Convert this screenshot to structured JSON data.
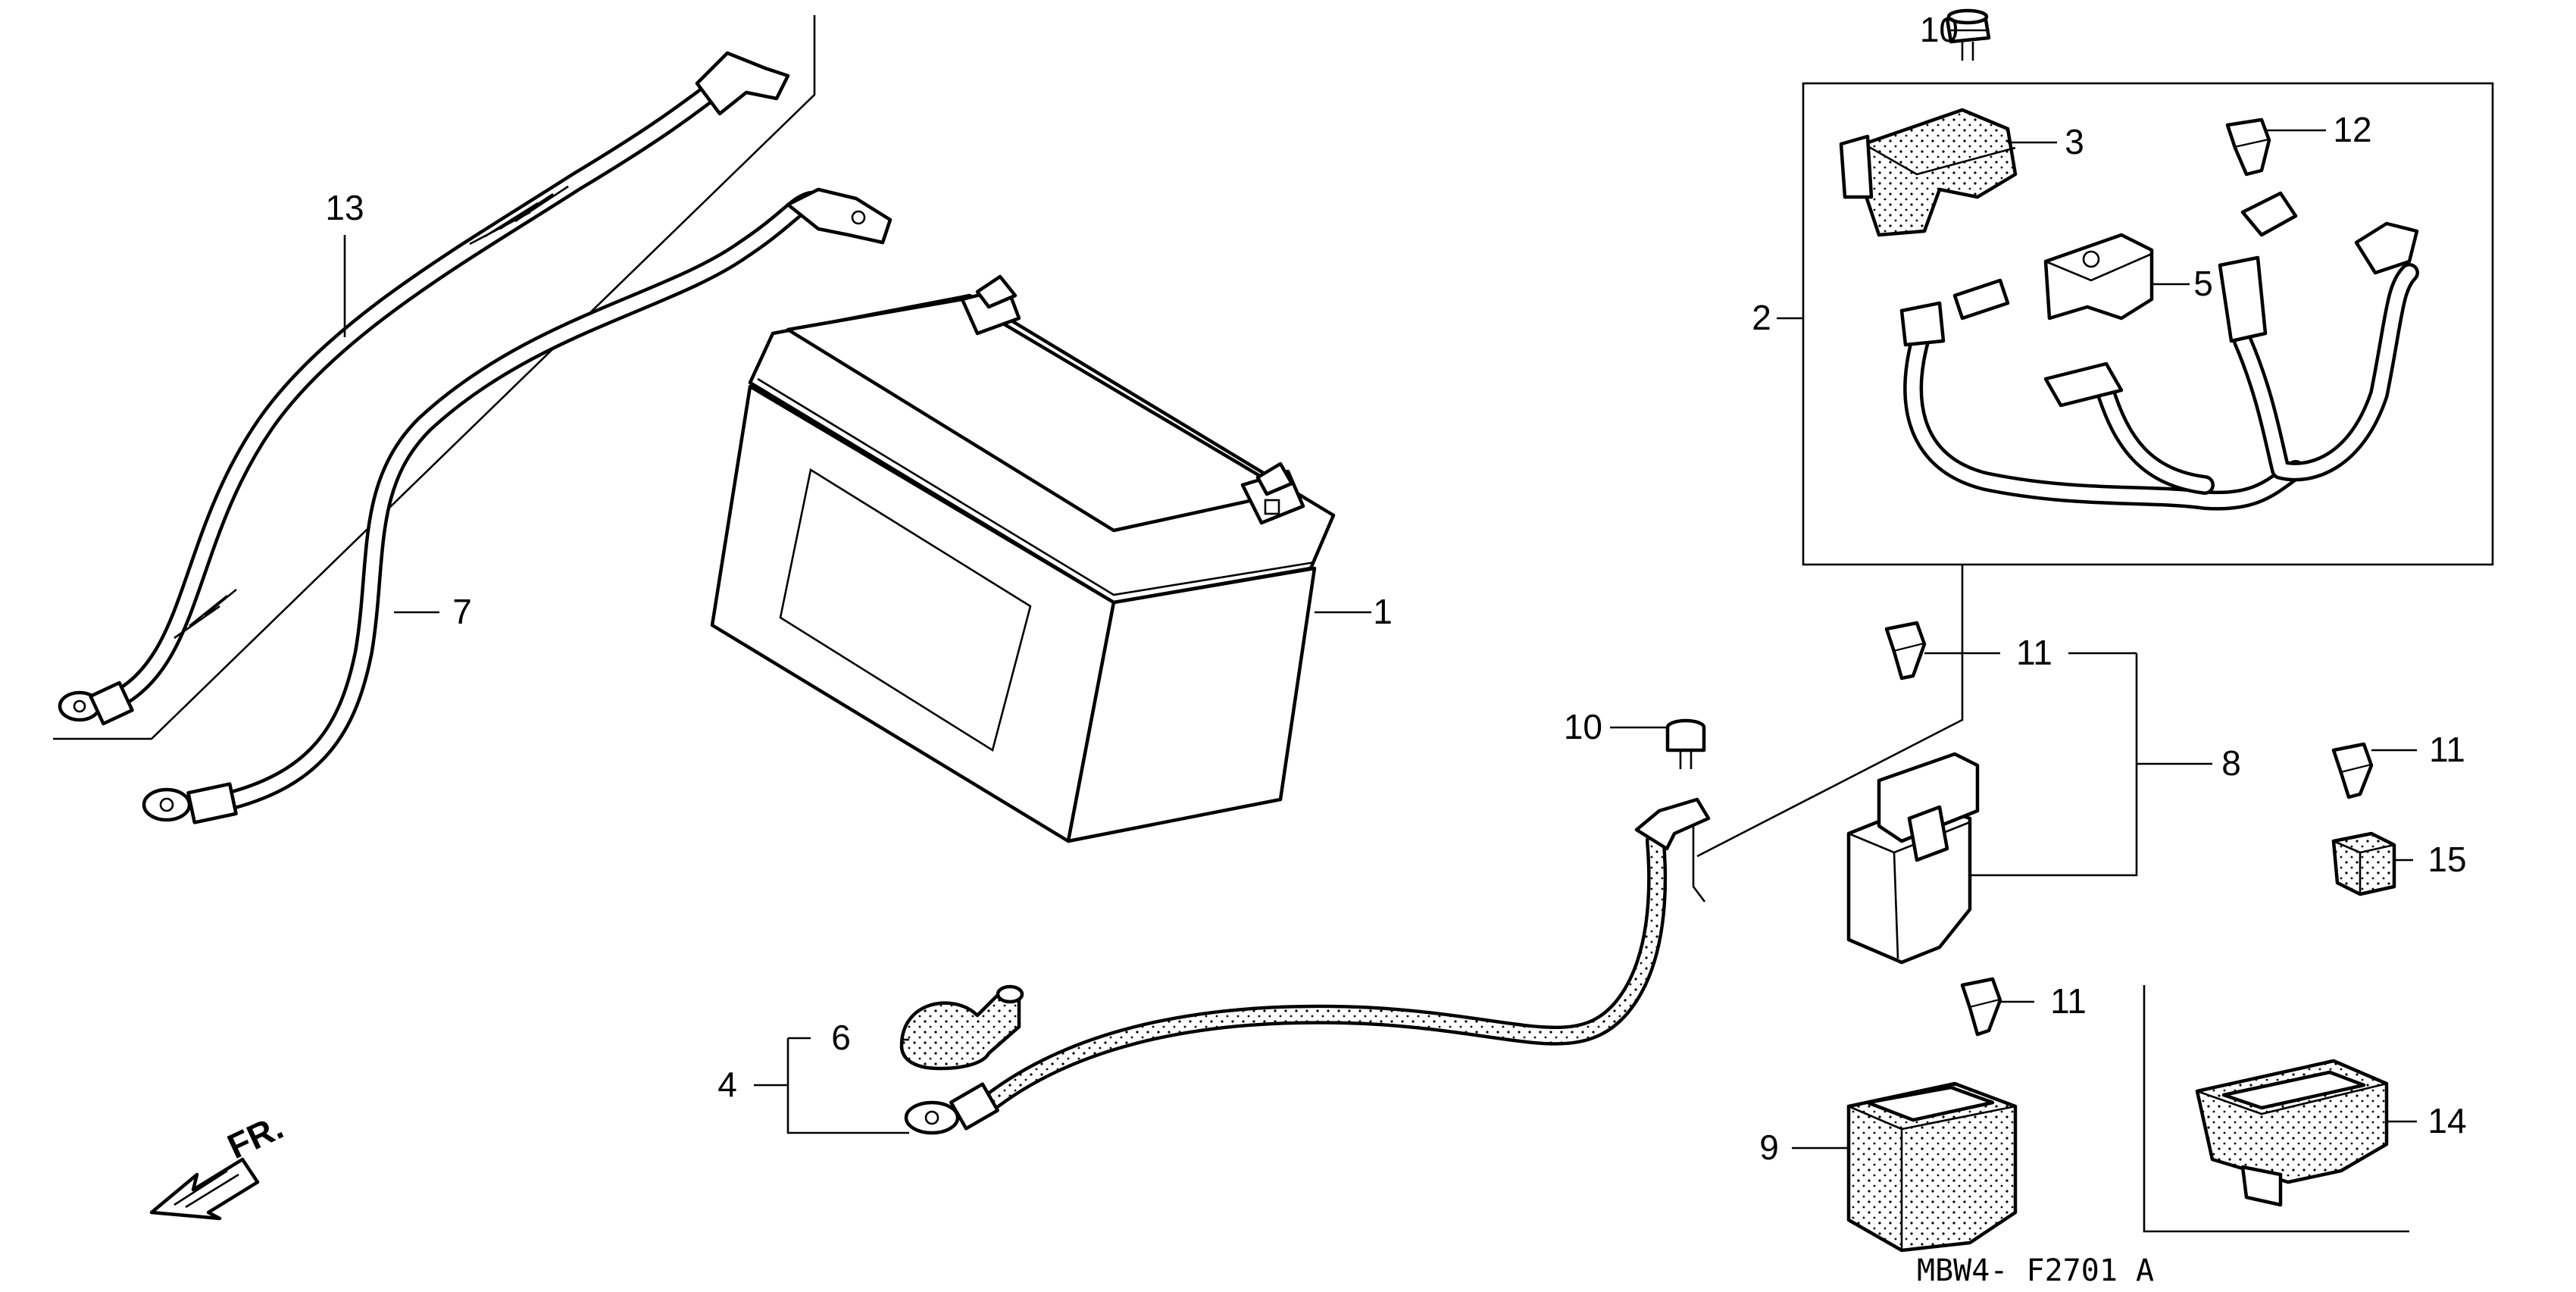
{
  "diagram": {
    "code": "MBW4- F2701 A",
    "front_mark": "FR.",
    "callouts": [
      {
        "id": "c1",
        "text": "1"
      },
      {
        "id": "c2",
        "text": "2"
      },
      {
        "id": "c3",
        "text": "3"
      },
      {
        "id": "c4",
        "text": "4"
      },
      {
        "id": "c5",
        "text": "5"
      },
      {
        "id": "c6",
        "text": "6"
      },
      {
        "id": "c7",
        "text": "7"
      },
      {
        "id": "c8",
        "text": "8"
      },
      {
        "id": "c9",
        "text": "9"
      },
      {
        "id": "c10a",
        "text": "10"
      },
      {
        "id": "c10b",
        "text": "10"
      },
      {
        "id": "c11a",
        "text": "11"
      },
      {
        "id": "c11b",
        "text": "11"
      },
      {
        "id": "c11c",
        "text": "11"
      },
      {
        "id": "c12",
        "text": "12"
      },
      {
        "id": "c13",
        "text": "13"
      },
      {
        "id": "c14",
        "text": "14"
      },
      {
        "id": "c15",
        "text": "15"
      }
    ]
  }
}
